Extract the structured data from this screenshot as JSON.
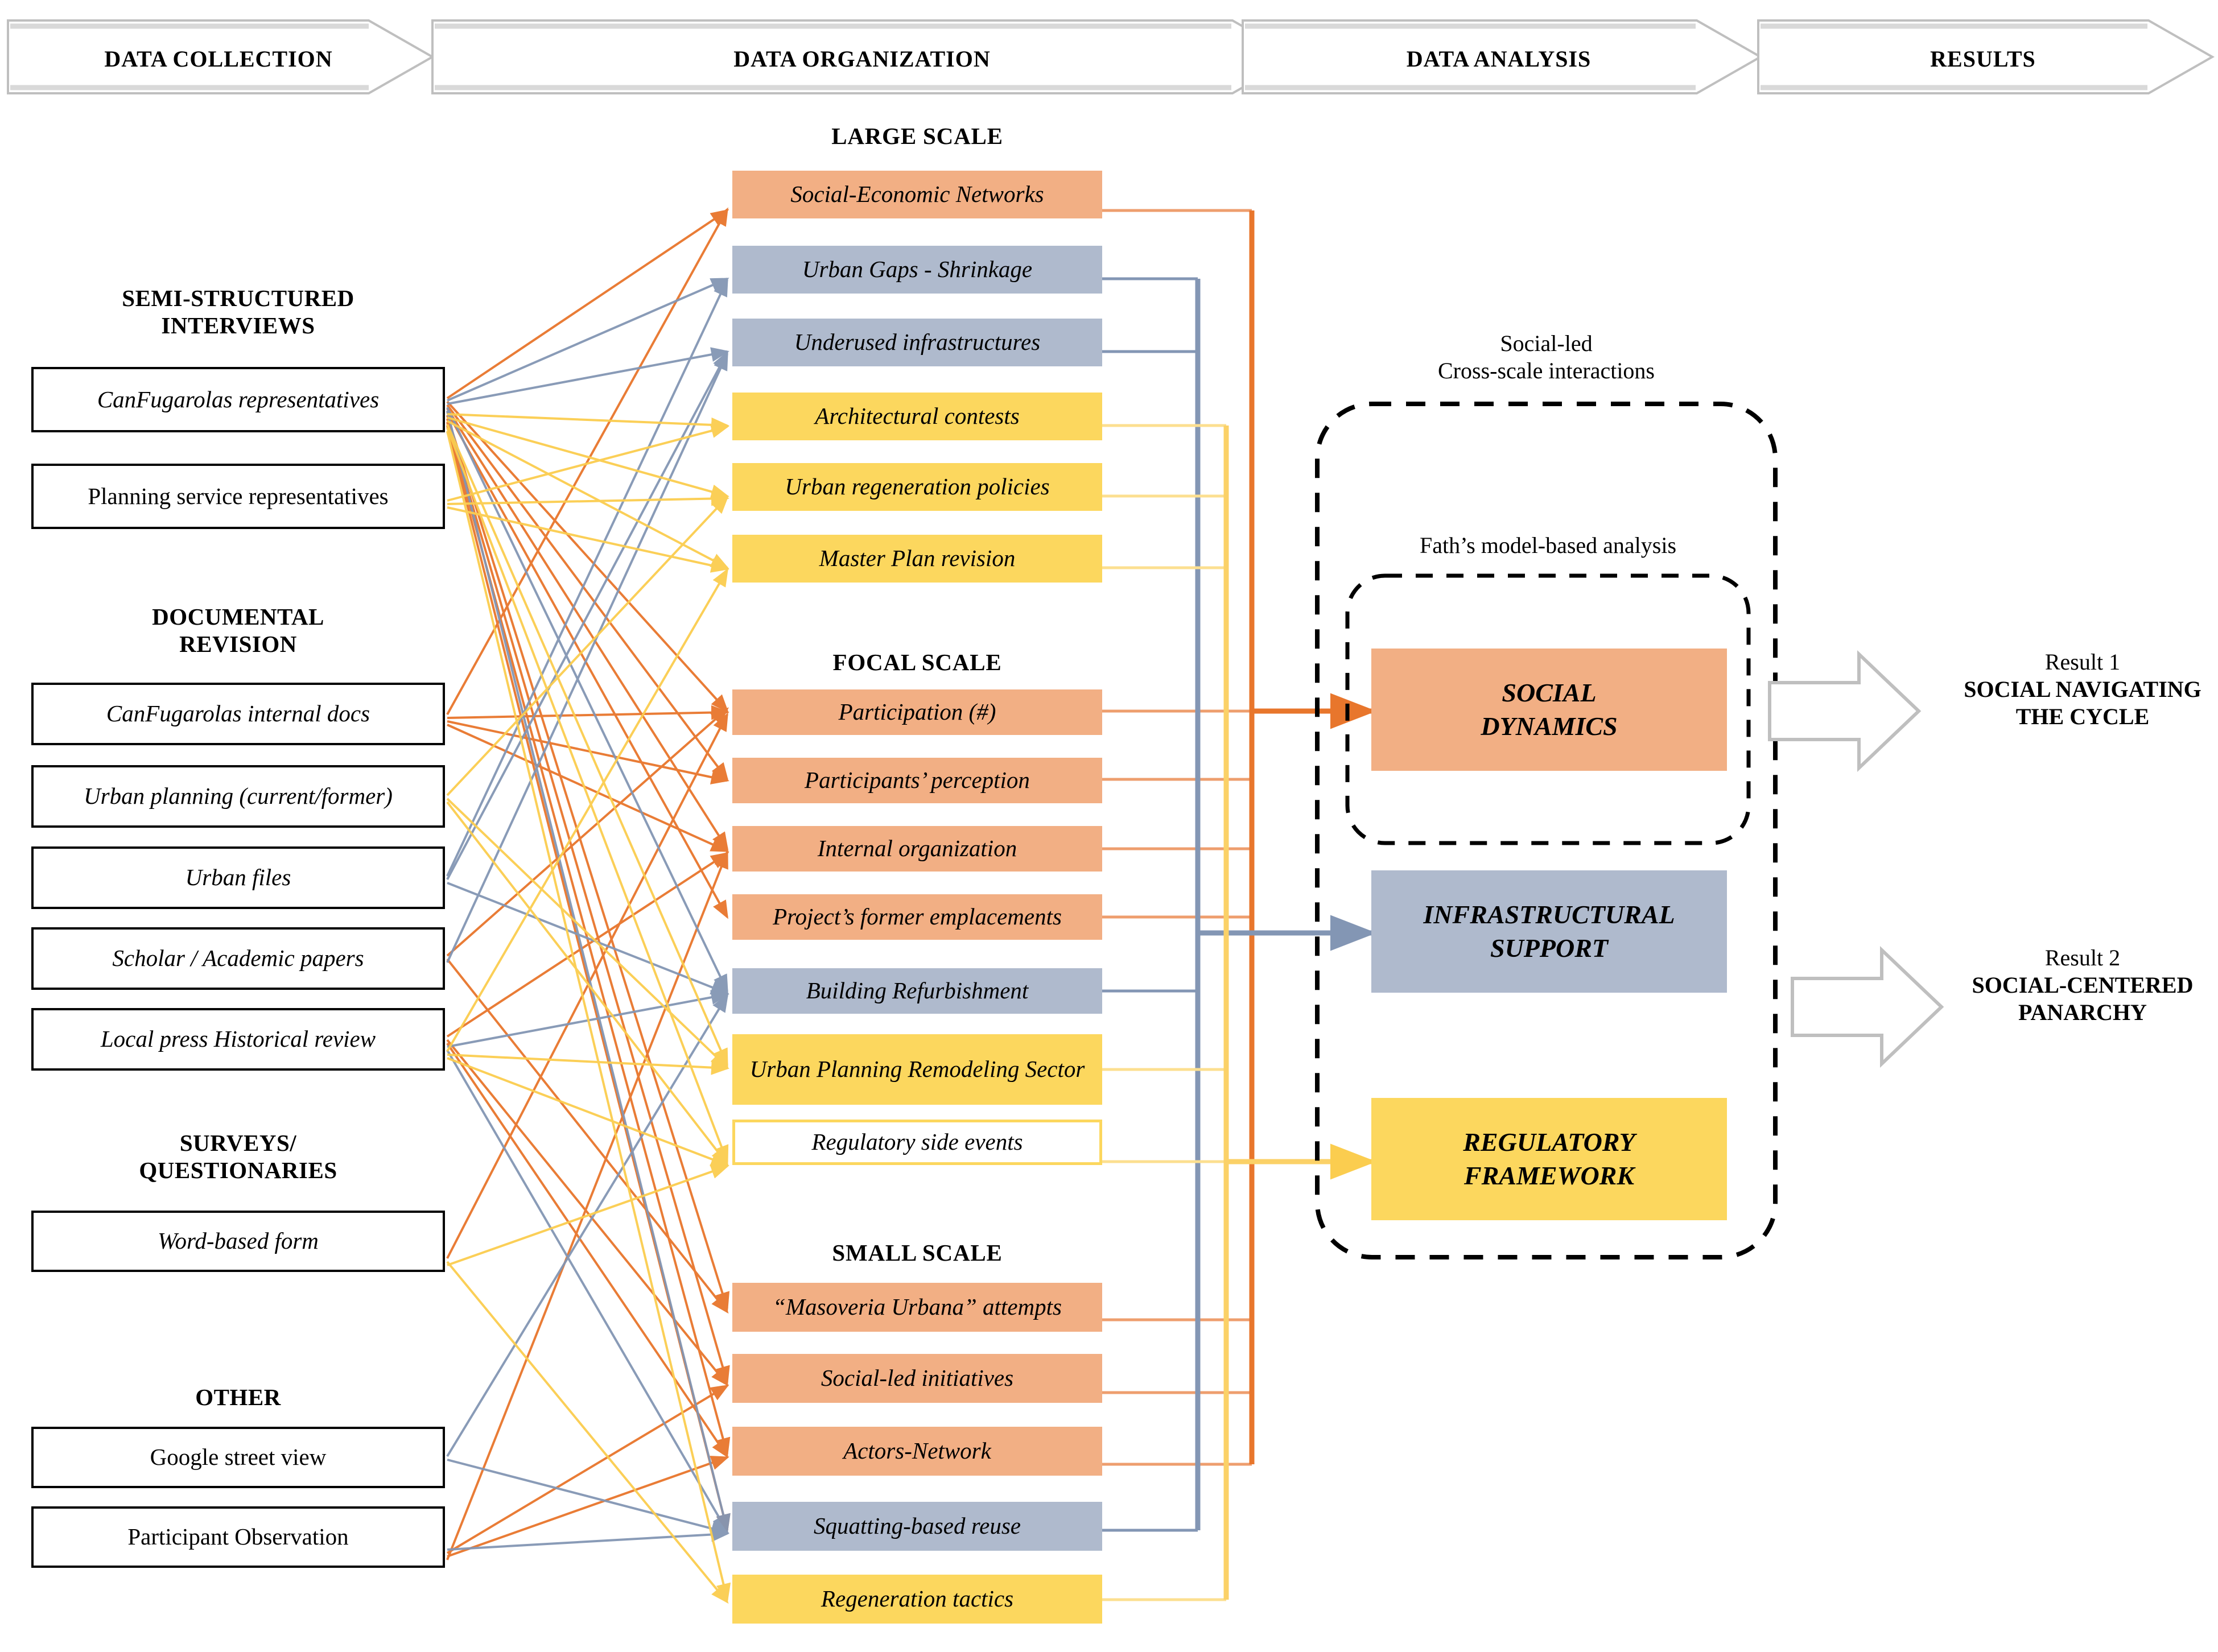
{
  "phases": [
    {
      "id": "data-collection",
      "label": "DATA COLLECTION"
    },
    {
      "id": "data-organization",
      "label": "DATA ORGANIZATION"
    },
    {
      "id": "data-analysis",
      "label": "DATA ANALYSIS"
    },
    {
      "id": "results",
      "label": "RESULTS"
    }
  ],
  "collection": {
    "groups": [
      {
        "id": "semi-structured-interviews",
        "heading_line1": "SEMI-STRUCTURED",
        "heading_line2": "INTERVIEWS",
        "items": [
          {
            "id": "canfugarolas-representatives",
            "label": "CanFugarolas representatives",
            "style": "italic-lead"
          },
          {
            "id": "planning-service-representatives",
            "label": "Planning service representatives",
            "style": "roman"
          }
        ]
      },
      {
        "id": "documental-revision",
        "heading_line1": "DOCUMENTAL",
        "heading_line2": "REVISION",
        "items": [
          {
            "id": "canfugarolas-internal-docs",
            "label": "CanFugarolas internal docs",
            "style": "italic-lead"
          },
          {
            "id": "urban-planning-current-former",
            "label": "Urban planning (current/former)",
            "style": "italic"
          },
          {
            "id": "urban-files",
            "label": "Urban files",
            "style": "italic"
          },
          {
            "id": "scholar-academic-papers",
            "label": "Scholar / Academic papers",
            "style": "italic"
          },
          {
            "id": "local-press-historical-review",
            "label": "Local press Historical review",
            "style": "italic"
          }
        ]
      },
      {
        "id": "surveys-questionaries",
        "heading_line1": "SURVEYS/",
        "heading_line2": "QUESTIONARIES",
        "items": [
          {
            "id": "word-based-form",
            "label": "Word-based form",
            "style": "italic"
          }
        ]
      },
      {
        "id": "other",
        "heading_line1": "OTHER",
        "heading_line2": "",
        "items": [
          {
            "id": "google-street-view",
            "label": "Google street view",
            "style": "roman"
          },
          {
            "id": "participant-observation",
            "label": "Participant Observation",
            "style": "roman"
          }
        ]
      }
    ]
  },
  "organization": {
    "scales": [
      {
        "id": "large-scale",
        "heading": "LARGE SCALE",
        "items": [
          {
            "id": "social-economic-networks",
            "label": "Social-Economic Networks",
            "color": "orange"
          },
          {
            "id": "urban-gaps-shrinkage",
            "label": "Urban Gaps - Shrinkage",
            "color": "blue"
          },
          {
            "id": "underused-infrastructures",
            "label": "Underused infrastructures",
            "color": "blue"
          },
          {
            "id": "architectural-contests",
            "label": "Architectural contests",
            "color": "yellow"
          },
          {
            "id": "urban-regeneration-policies",
            "label": "Urban regeneration policies",
            "color": "yellow"
          },
          {
            "id": "master-plan-revision",
            "label": "Master Plan revision",
            "color": "yellow"
          }
        ]
      },
      {
        "id": "focal-scale",
        "heading": "FOCAL SCALE",
        "items": [
          {
            "id": "participation",
            "label": "Participation (#)",
            "color": "orange"
          },
          {
            "id": "participants-perception",
            "label": "Participants’ perception",
            "color": "orange"
          },
          {
            "id": "internal-organization",
            "label": "Internal organization",
            "color": "orange"
          },
          {
            "id": "projects-former-emplacements",
            "label": "Project’s former emplacements",
            "color": "orange"
          },
          {
            "id": "building-refurbishment",
            "label": "Building Refurbishment",
            "color": "blue"
          },
          {
            "id": "urban-planning-remodeling-sector",
            "label": "Urban Planning Remodeling Sector",
            "color": "yellow"
          },
          {
            "id": "regulatory-side-events",
            "label": "Regulatory side events",
            "color": "yellow-outline"
          }
        ]
      },
      {
        "id": "small-scale",
        "heading": "SMALL SCALE",
        "items": [
          {
            "id": "masoveria-urbana-attempts",
            "label": "“Masoveria Urbana” attempts",
            "color": "orange"
          },
          {
            "id": "social-led-initiatives",
            "label": "Social-led initiatives",
            "color": "orange"
          },
          {
            "id": "actors-network",
            "label": "Actors-Network",
            "color": "orange"
          },
          {
            "id": "squatting-based-reuse",
            "label": "Squatting-based reuse",
            "color": "blue"
          },
          {
            "id": "regeneration-tactics",
            "label": "Regeneration tactics",
            "color": "yellow"
          }
        ]
      }
    ]
  },
  "analysis": {
    "caption_line1": "Social-led",
    "caption_line2": "Cross-scale interactions",
    "inner_caption": "Fath’s model-based analysis",
    "boxes": [
      {
        "id": "social-dynamics",
        "line1": "SOCIAL",
        "line2": "DYNAMICS",
        "color": "orange"
      },
      {
        "id": "infrastructural-support",
        "line1": "INFRASTRUCTURAL",
        "line2": "SUPPORT",
        "color": "blue"
      },
      {
        "id": "regulatory-framework",
        "line1": "REGULATORY",
        "line2": "FRAMEWORK",
        "color": "yellow"
      }
    ]
  },
  "results": {
    "items": [
      {
        "id": "result-1",
        "number": "Result 1",
        "line1": "SOCIAL NAVIGATING",
        "line2": "THE CYCLE"
      },
      {
        "id": "result-2",
        "number": "Result 2",
        "line1": "SOCIAL-CENTERED",
        "line2": "PANARCHY"
      }
    ]
  },
  "colors": {
    "orange_fill": "#F2AF84",
    "orange_line": "#E8762C",
    "orange_line_soft": "#EE9E6E",
    "blue_fill": "#AFBACD",
    "blue_line": "#8396B4",
    "yellow_fill": "#FCD75E",
    "yellow_line": "#FBD167",
    "yellow_line_soft": "#FCDF90",
    "banner_stroke": "#C0C0C0",
    "banner_shade": "#D4D4D4",
    "box_stroke": "#000000",
    "dash_stroke": "#000000"
  }
}
